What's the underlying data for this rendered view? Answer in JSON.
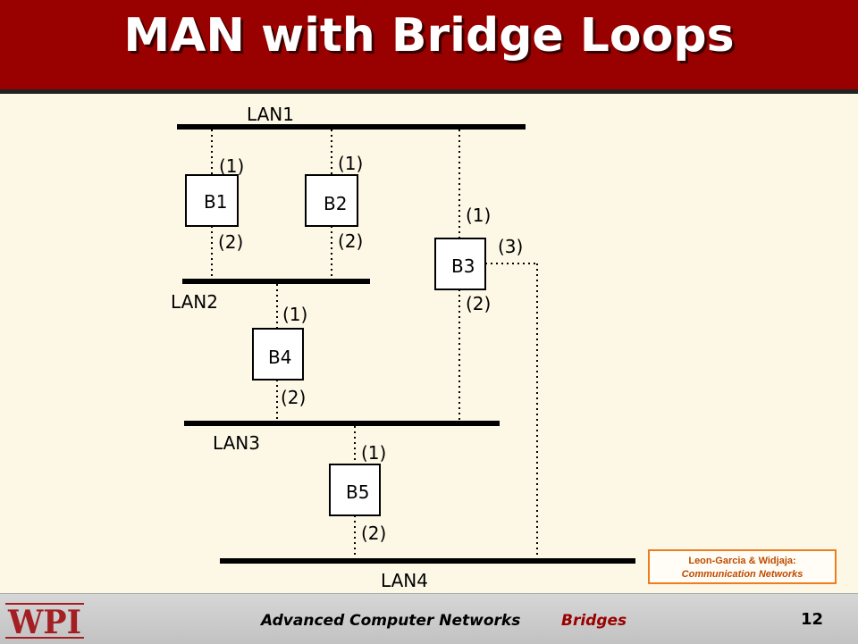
{
  "slide": {
    "title": "MAN with Bridge Loops"
  },
  "lans": [
    "LAN1",
    "LAN2",
    "LAN3",
    "LAN4"
  ],
  "bridges": [
    {
      "name": "B1",
      "ports": [
        "(1)",
        "(2)"
      ]
    },
    {
      "name": "B2",
      "ports": [
        "(1)",
        "(2)"
      ]
    },
    {
      "name": "B3",
      "ports": [
        "(1)",
        "(2)",
        "(3)"
      ]
    },
    {
      "name": "B4",
      "ports": [
        "(1)",
        "(2)"
      ]
    },
    {
      "name": "B5",
      "ports": [
        "(1)",
        "(2)"
      ]
    }
  ],
  "credit": {
    "line1": "Leon-Garcia & Widjaja:",
    "line2": "Communication Networks"
  },
  "footer": {
    "logo": "WPI",
    "course": "Advanced Computer Networks",
    "topic": "Bridges",
    "page": "12"
  },
  "colors": {
    "title_bar": "#990000",
    "background": "#fdf8e6",
    "credit_border": "#ee7d22"
  }
}
